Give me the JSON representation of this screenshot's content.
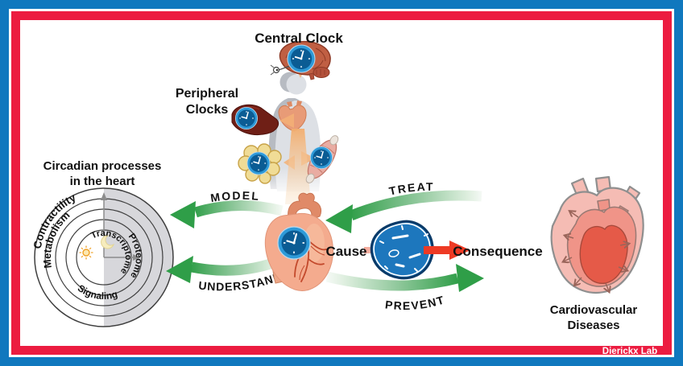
{
  "branding": {
    "lab": "Dierickx Lab"
  },
  "labels": {
    "central_clock": "Central Clock",
    "peripheral_line1": "Peripheral",
    "peripheral_line2": "Clocks",
    "circadian_line1": "Circadian processes",
    "circadian_line2": "in the heart",
    "cause": "Cause",
    "consequence": "Consequence",
    "cardiovascular_line1": "Cardiovascular",
    "cardiovascular_line2": "Diseases"
  },
  "arrows": {
    "model": "MODEL",
    "understand": "UNDERSTAND",
    "treat": "TREAT",
    "prevent": "PREVENT"
  },
  "rings": [
    "Contractility",
    "Metabolism",
    "Signaling",
    "Proteome",
    "Transcriptome"
  ],
  "icons": {
    "clock": "analog-clock-icon",
    "brain": "brain-icon",
    "eye": "eye-icon",
    "liver": "liver-icon",
    "adipose": "adipose-tissue-icon",
    "muscle": "skeletal-muscle-icon",
    "human": "human-silhouette",
    "sun": "sun-icon",
    "moon": "moon-icon",
    "healthy_heart": "heart-icon",
    "diseased_heart": "dilated-heart-icon",
    "disrupted_clock": "distorted-clock-icon"
  },
  "colors": {
    "border_blue": "#1078be",
    "border_red": "#ec1c40",
    "arrow_green": "#2f9e48",
    "clock_face_blue": "#0b5c94",
    "clock_ring_blue": "#2e9ad8",
    "consequence_arrow_red": "#ee3a24",
    "night_shade_gray": "#d7d7db"
  }
}
